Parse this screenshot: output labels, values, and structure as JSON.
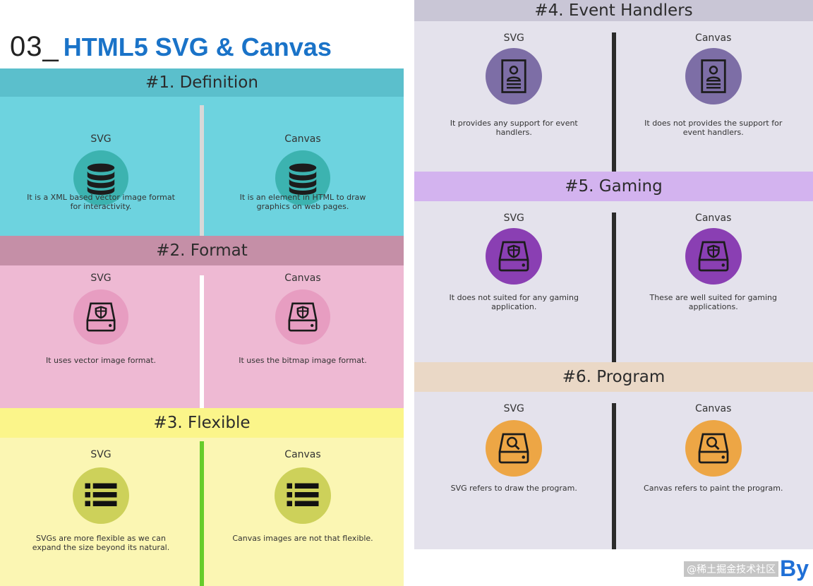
{
  "title": {
    "number": "03_",
    "text": "HTML5 SVG & Canvas"
  },
  "sections": [
    {
      "id": "definition",
      "header": "#1. Definition",
      "colors": {
        "header": "#5bbfcc",
        "body": "#6dd3df",
        "divider": "#d8d8d8",
        "icon_bg": "#3cb3b0",
        "icon_fg": "#1c1c1c"
      },
      "left": {
        "label": "SVG",
        "icon": "database-icon",
        "desc": "It is a XML based vector image format for interactivity."
      },
      "right": {
        "label": "Canvas",
        "icon": "database-icon",
        "desc": "It is an element in HTML to draw graphics on web pages."
      }
    },
    {
      "id": "format",
      "header": "#2. Format",
      "colors": {
        "header": "#c58fa7",
        "body": "#eeb9d3",
        "divider": "#ffffff",
        "icon_bg": "#e79dc1",
        "icon_fg": "#1c1c1c"
      },
      "left": {
        "label": "SVG",
        "icon": "drive-shield-icon",
        "desc": "It uses vector image format."
      },
      "right": {
        "label": "Canvas",
        "icon": "drive-shield-icon",
        "desc": "It uses the bitmap image format."
      }
    },
    {
      "id": "flexible",
      "header": "#3. Flexible",
      "colors": {
        "header": "#fbf58a",
        "body": "#fbf6b3",
        "divider": "#66cc2a",
        "icon_bg": "#cdd15a",
        "icon_fg": "#111111"
      },
      "left": {
        "label": "SVG",
        "icon": "list-icon",
        "desc": "SVGs are more flexible as we can expand the size beyond its natural."
      },
      "right": {
        "label": "Canvas",
        "icon": "list-icon",
        "desc": "Canvas images are not that flexible."
      }
    },
    {
      "id": "event-handlers",
      "header": "#4. Event Handlers",
      "colors": {
        "header": "#c9c6d6",
        "body": "#e4e2ec",
        "divider": "#2b2b2b",
        "icon_bg": "#7d6ea6",
        "icon_fg": "#1c1c1c"
      },
      "left": {
        "label": "SVG",
        "icon": "id-card-icon",
        "desc": "It provides any support for event handlers."
      },
      "right": {
        "label": "Canvas",
        "icon": "id-card-icon",
        "desc": "It does not provides the support for event handlers."
      }
    },
    {
      "id": "gaming",
      "header": "#5. Gaming",
      "colors": {
        "header": "#d3b3ef",
        "body": "#e4e2ec",
        "divider": "#2b2b2b",
        "icon_bg": "#8a3fb3",
        "icon_fg": "#1c1c1c"
      },
      "left": {
        "label": "SVG",
        "icon": "drive-shield-icon",
        "desc": "It does not suited for any gaming application."
      },
      "right": {
        "label": "Canvas",
        "icon": "drive-shield-icon",
        "desc": "These are well suited for gaming applications."
      }
    },
    {
      "id": "program",
      "header": "#6. Program",
      "colors": {
        "header": "#ead8c6",
        "body": "#e4e2ec",
        "divider": "#2b2b2b",
        "icon_bg": "#eda645",
        "icon_fg": "#1c1c1c"
      },
      "left": {
        "label": "SVG",
        "icon": "drive-search-icon",
        "desc": "SVG refers to draw the program."
      },
      "right": {
        "label": "Canvas",
        "icon": "drive-search-icon",
        "desc": "Canvas refers to paint the program."
      }
    }
  ],
  "watermark": {
    "text": "@稀土掘金技术社区",
    "logo": "By"
  }
}
